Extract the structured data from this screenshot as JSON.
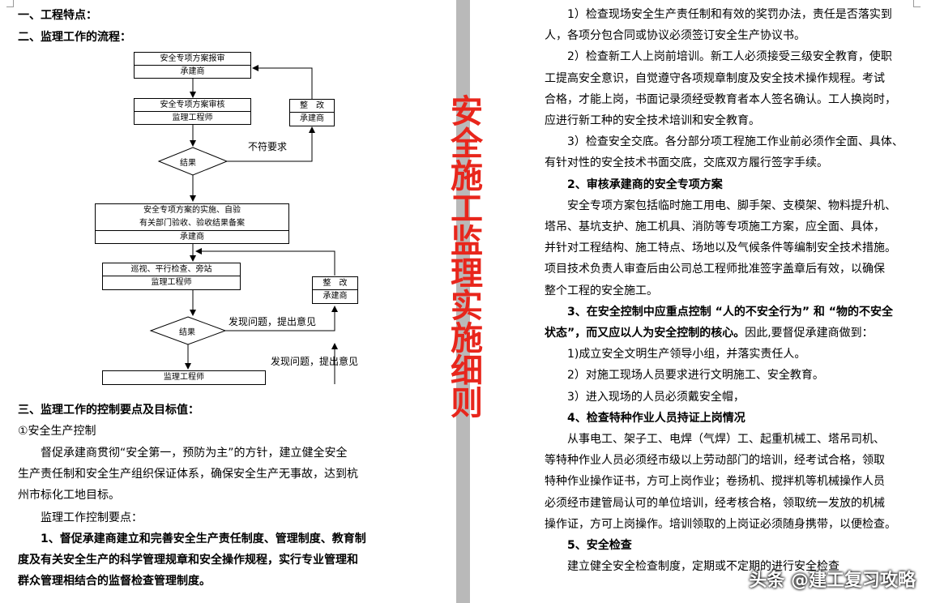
{
  "title_chars": [
    "安",
    "全",
    "施",
    "工",
    "监",
    "理",
    "实",
    "施",
    "细",
    "则"
  ],
  "left": {
    "heading1": "一、工程特点：",
    "heading2": "二、监理工作的流程：",
    "flow": {
      "box1": [
        "安全专项方案报审",
        "承建商"
      ],
      "box2": [
        "安全专项方案审核",
        "监理工程师"
      ],
      "fix1": [
        "整　改",
        "承建商"
      ],
      "decision1": "结果",
      "label_noncompliant": "不符要求",
      "box3": [
        "安全专项方案的实施、自验",
        "有关部门验收、验收结果备案",
        "承建商"
      ],
      "box4": [
        "巡视、平行检查、旁站",
        "监理工程师"
      ],
      "fix2": [
        "整　改",
        "承建商"
      ],
      "decision2": "结果",
      "label_issue1": "发现问题，提出意见",
      "label_issue2": "发现问题，提出意见",
      "box5": "监理工程师"
    },
    "heading3": "三、监理工作的控制要点及目标值：",
    "item1": "①安全生产控制",
    "p1_lines": [
      "督促承建商贯彻“安全第一，预防为主”的方针，建立健全安全",
      "生产责任制和安全生产组织保证体系，确保安全生产无事故，达到杭",
      "州市标化工地目标。"
    ],
    "p2": "监理工作控制要点：",
    "bold_lines": [
      "1、督促承建商建立和完善安全生产责任制度、管理制度、教育制",
      "度及有关安全生产的科学管理规章和安全操作规程，实行专业管理和",
      "群众管理相结合的监督检查管理制度。"
    ]
  },
  "right": {
    "lines": [
      "1）检查现场安全生产责任制和有效的奖罚办法，责任是否落实到",
      "人，各项分包合同或协议必须签订安全生产协议书。",
      "2）检查新工人上岗前培训。新工人必须接受三级安全教育，使职",
      "工提高安全意识，自觉遵守各项规章制度及安全技术操作规程。考试",
      "合格，才能上岗，书面记录须经受教育者本人签名确认。工人换岗时，",
      "应进行新工种的安全技术培训和安全教育。",
      "3）检查安全交底。各分部分项工程施工作业前必须作全面、具体、",
      "有针对性的安全技术书面交底，交底双方履行签字手续。",
      "2、审核承建商的安全专项方案",
      "安全专项方案包括临时施工用电、脚手架、支模架、物料提升机、",
      "塔吊、基坑支护、施工机具、消防等专项施工方案，应全面、具体，",
      "并针对工程结构、施工特点、场地以及气候条件等编制安全技术措施。",
      "项目技术负责人审查后由公司总工程师批准签字盖章后有效，以确保",
      "整个工程的安全施工。",
      "3、在安全控制中应重点控制 “人的不安全行为” 和 “物的不安全",
      "状态”，而又应以人为安全控制的核心。",
      "1)成立安全文明生产领导小组，并落实责任人。",
      "2）对施工现场人员要求进行文明施工、安全教育。",
      "3）进入现场的人员必须戴安全帽，",
      "4、检查特种作业人员持证上岗情况",
      "从事电工、架子工、电焊（气焊）工、起重机械工、塔吊司机、",
      "等特种作业人员必须经市级以上劳动部门的培训，经考试合格，领取",
      "特种作业操作证书，方可上岗作业；卷扬机、搅拌机等机械操作人员",
      "必须经市建管局认可的单位培训，经考核合格，领取统一发放的机械",
      "操作证，方可上岗操作。培训领取的上岗证必须随身携带，以便检查。",
      "5、安全检查",
      "建立健全安全检查制度，定期或不定期的进行安全检查"
    ],
    "line15_tail": "因此,要督促承建商做到："
  },
  "watermark": "头条 @建工复习攻略"
}
